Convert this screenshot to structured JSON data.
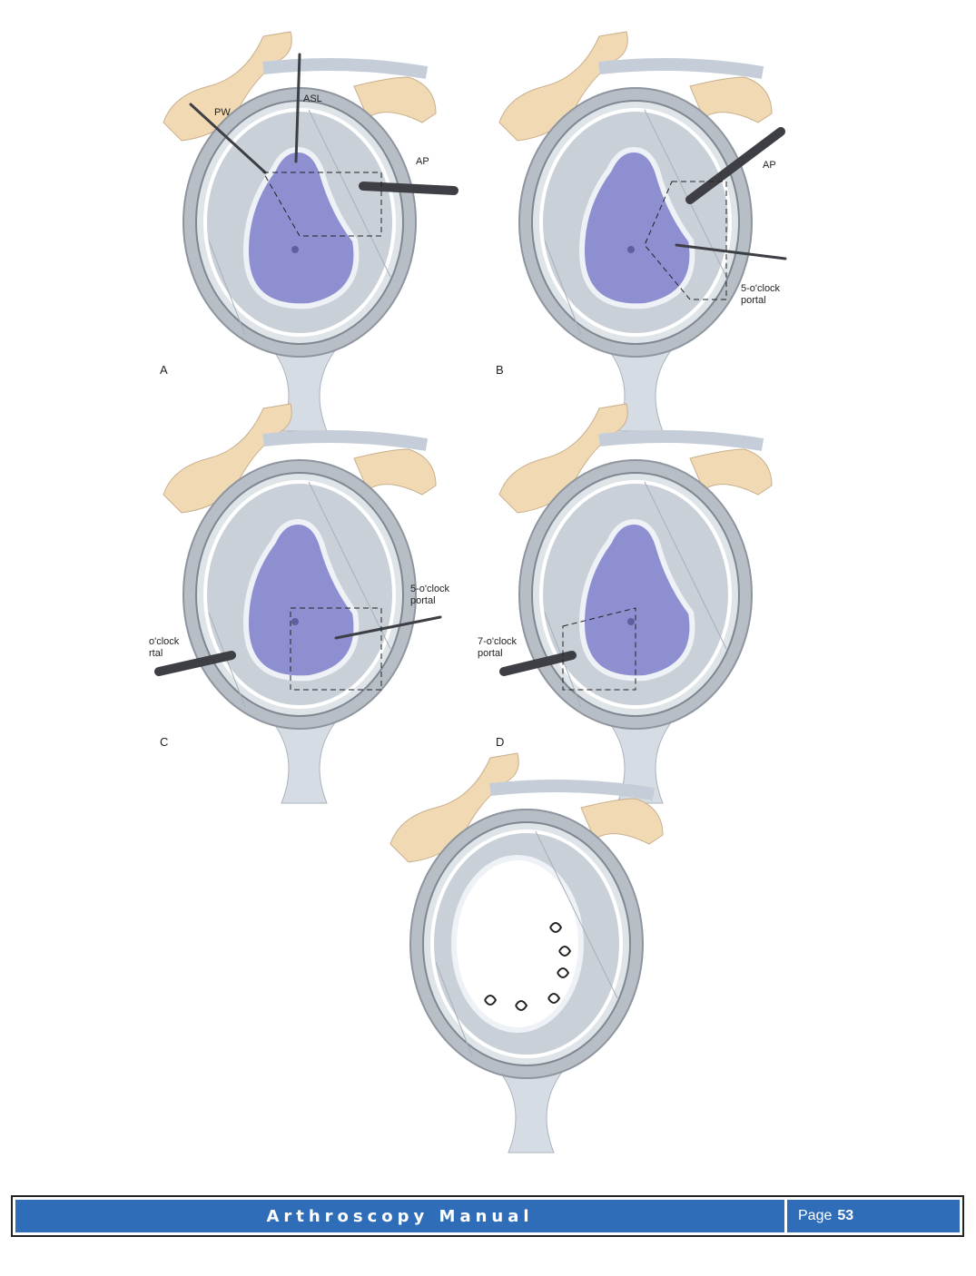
{
  "figures": {
    "A": {
      "letter": "A",
      "labels": [
        "PW",
        "ASL",
        "AP"
      ]
    },
    "B": {
      "letter": "B",
      "labels": [
        "AP",
        "5-o'clock",
        "portal"
      ]
    },
    "C": {
      "letter": "C",
      "labels": [
        "5-o'clock",
        "portal",
        "o'clock",
        "rtal"
      ]
    },
    "D": {
      "letter": "D",
      "labels": [
        "7-o'clock",
        "portal"
      ]
    },
    "E": {
      "letter": ""
    }
  },
  "footer": {
    "title": "Arthroscopy Manual",
    "page_label": "Page",
    "page_number": "53"
  },
  "colors": {
    "footer_bg": "#2f6db8",
    "glenoid": "#8e8fd0",
    "bone": "#f1d9b4",
    "labrum": "#dfe4e8"
  }
}
